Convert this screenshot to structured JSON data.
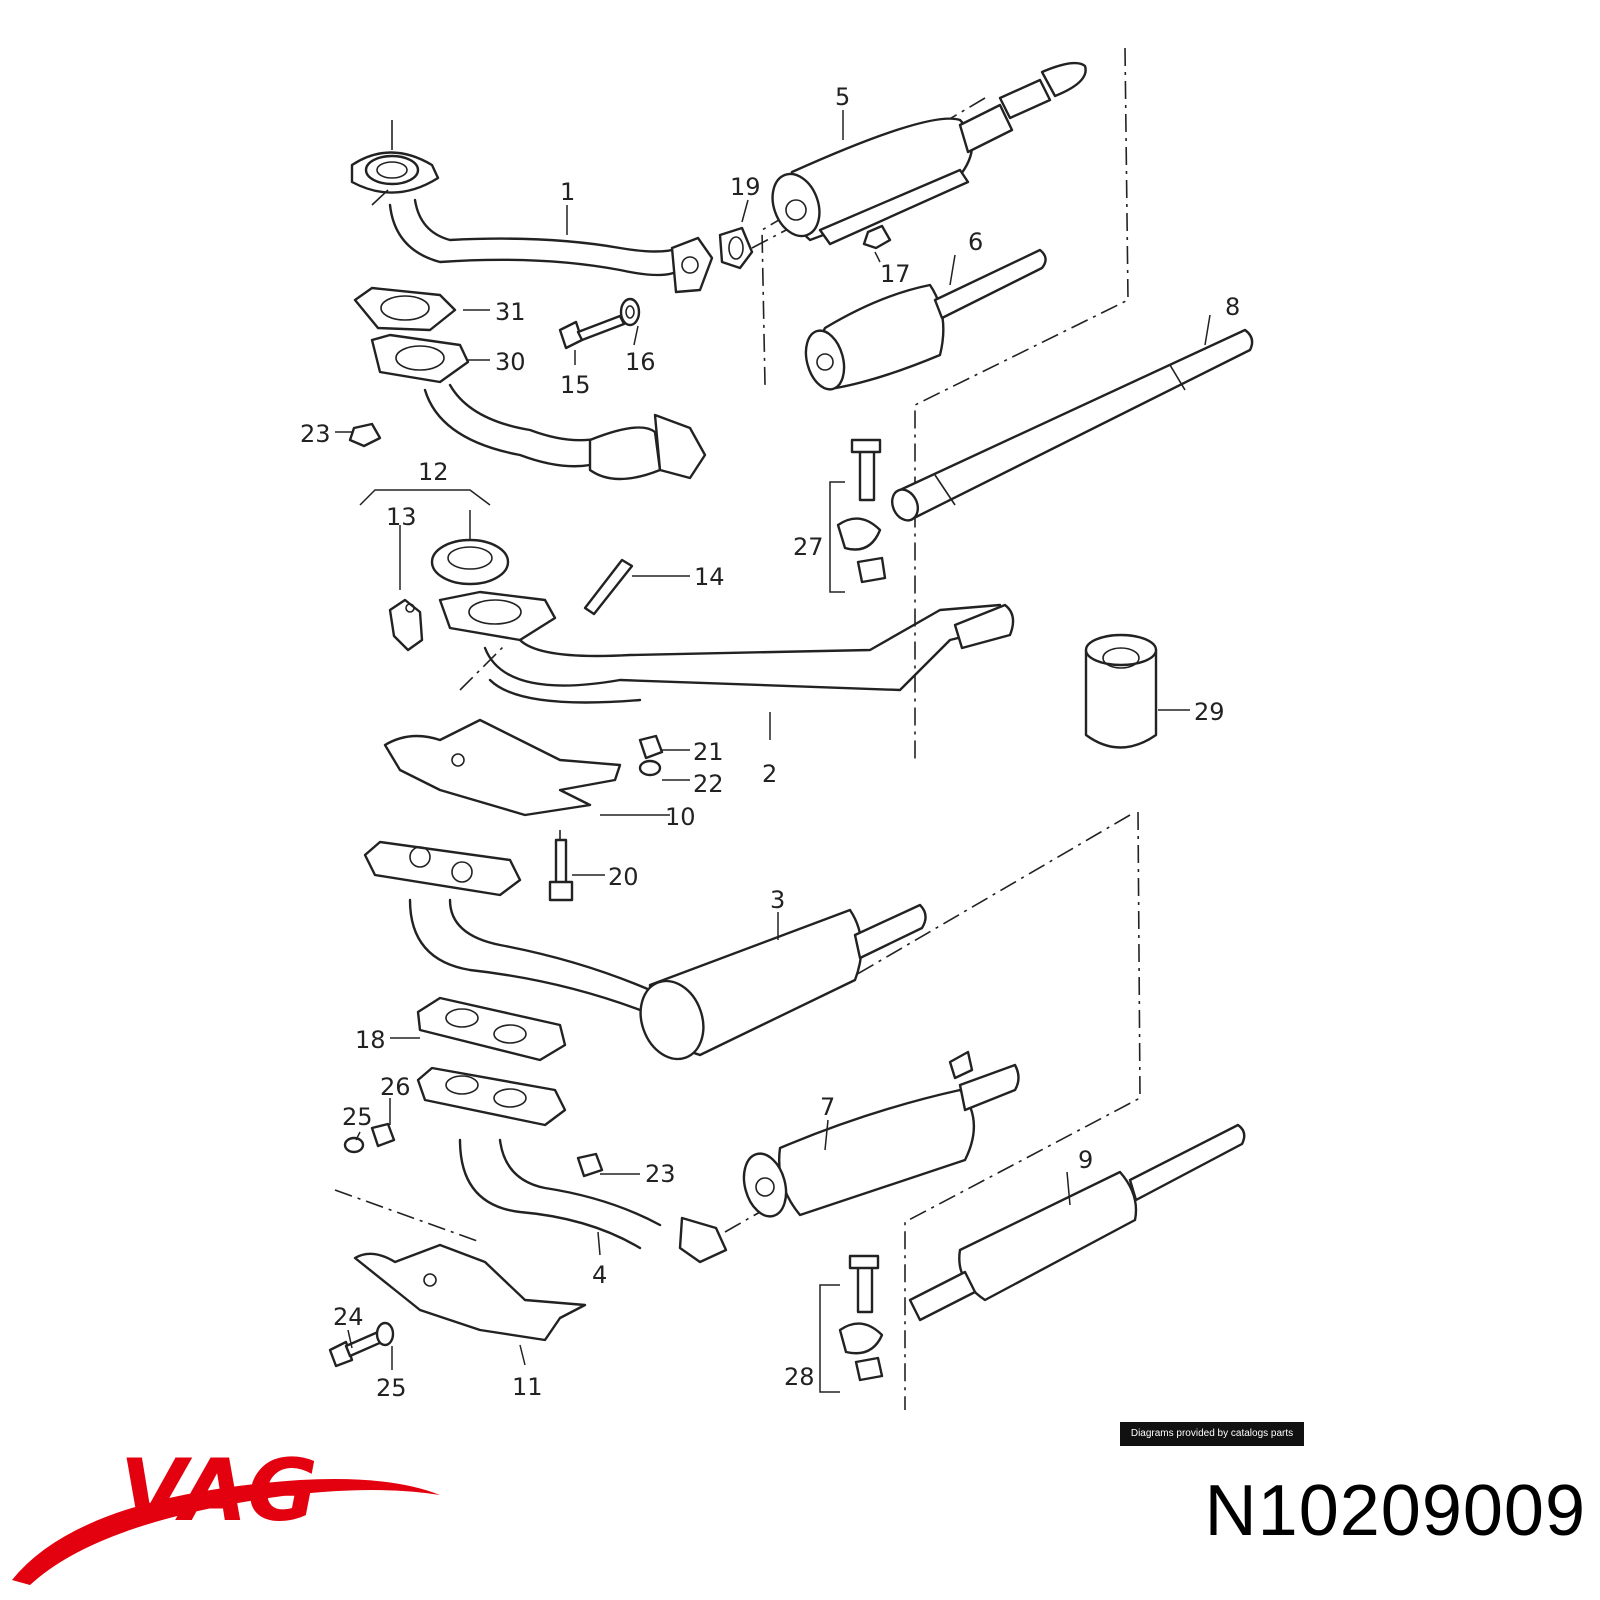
{
  "diagram": {
    "callouts": [
      {
        "id": "1",
        "text": "1"
      },
      {
        "id": "2",
        "text": "2"
      },
      {
        "id": "3",
        "text": "3"
      },
      {
        "id": "4",
        "text": "4"
      },
      {
        "id": "5",
        "text": "5"
      },
      {
        "id": "6",
        "text": "6"
      },
      {
        "id": "7",
        "text": "7"
      },
      {
        "id": "8",
        "text": "8"
      },
      {
        "id": "9",
        "text": "9"
      },
      {
        "id": "10",
        "text": "10"
      },
      {
        "id": "11",
        "text": "11"
      },
      {
        "id": "12",
        "text": "12"
      },
      {
        "id": "13",
        "text": "13"
      },
      {
        "id": "14",
        "text": "14"
      },
      {
        "id": "15",
        "text": "15"
      },
      {
        "id": "16",
        "text": "16"
      },
      {
        "id": "17",
        "text": "17"
      },
      {
        "id": "18",
        "text": "18"
      },
      {
        "id": "19",
        "text": "19"
      },
      {
        "id": "20",
        "text": "20"
      },
      {
        "id": "21",
        "text": "21"
      },
      {
        "id": "22",
        "text": "22"
      },
      {
        "id": "23a",
        "text": "23"
      },
      {
        "id": "23b",
        "text": "23"
      },
      {
        "id": "24",
        "text": "24"
      },
      {
        "id": "25a",
        "text": "25"
      },
      {
        "id": "25b",
        "text": "25"
      },
      {
        "id": "26",
        "text": "26"
      },
      {
        "id": "27",
        "text": "27"
      },
      {
        "id": "28",
        "text": "28"
      },
      {
        "id": "29",
        "text": "29"
      },
      {
        "id": "30",
        "text": "30"
      },
      {
        "id": "31",
        "text": "31"
      }
    ]
  },
  "credit": "Diagrams provided by catalogs parts",
  "brand": {
    "logo_text": "VAG",
    "color": "#e3000f"
  },
  "part_number": "N10209009"
}
